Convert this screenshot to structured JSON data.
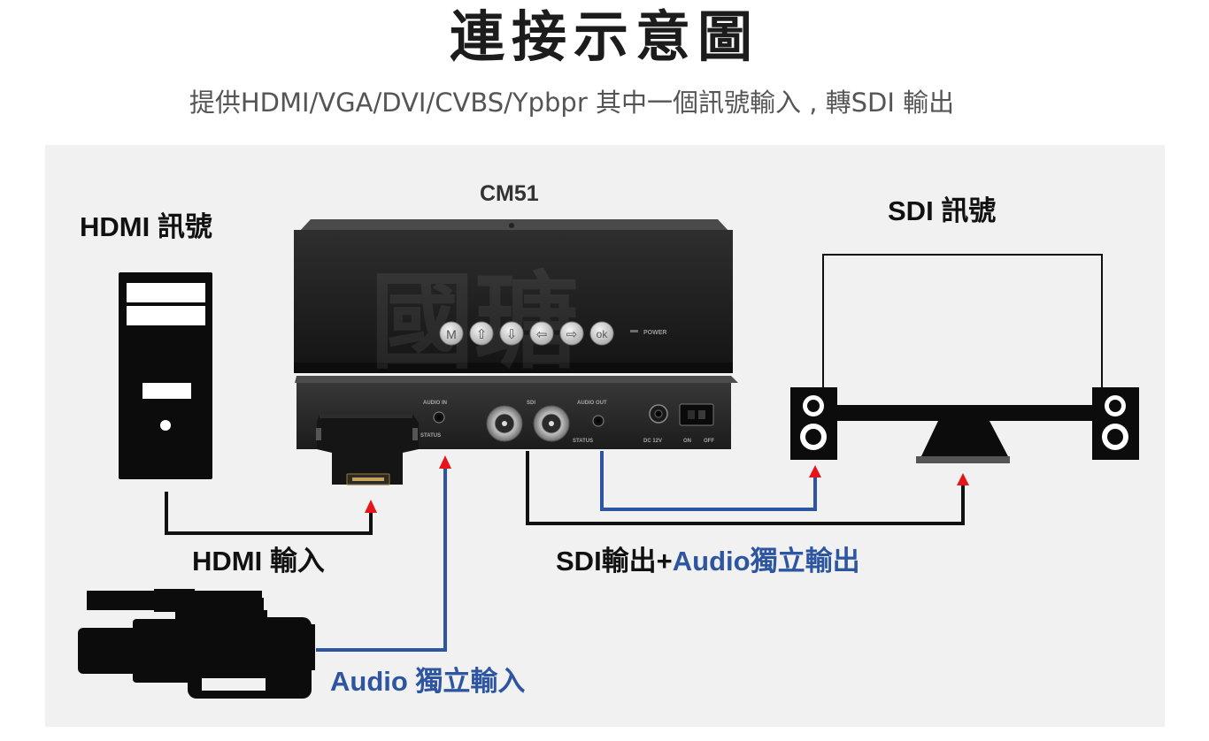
{
  "header": {
    "title": "連接示意圖",
    "subtitle": "提供HDMI/VGA/DVI/CVBS/Ypbpr 其中一個訊號輸入 , 轉SDI 輸出"
  },
  "diagram": {
    "hdmi_signal_label": "HDMI 訊號",
    "device_model": "CM51",
    "sdi_signal_label": "SDI 訊號",
    "hdmi_input_label": "HDMI 輸入",
    "sdi_output_part1": "SDI輸出+",
    "sdi_output_part2": "Audio獨立輸出",
    "audio_input_label": "Audio 獨立輸入",
    "watermark": "國瑭"
  },
  "device": {
    "front_buttons": [
      "M",
      "⇧",
      "⇩",
      "⇦",
      "⇨",
      "ok"
    ],
    "power_label": "POWER",
    "ports": {
      "audio_in": "AUDIO IN",
      "status_left": "STATUS",
      "sdi": "SDI",
      "audio_out": "AUDIO OUT",
      "status_right": "STATUS",
      "dc": "DC 12V",
      "on": "ON",
      "off": "OFF"
    }
  },
  "colors": {
    "audio_line": "#2d55a1",
    "arrow": "#e8141b",
    "black_line": "#111111"
  },
  "icons": [
    "computer-tower-icon",
    "camcorder-icon",
    "monitor-icon",
    "speaker-icon",
    "hdmi-adapter-icon",
    "bnc-connector-icon"
  ]
}
